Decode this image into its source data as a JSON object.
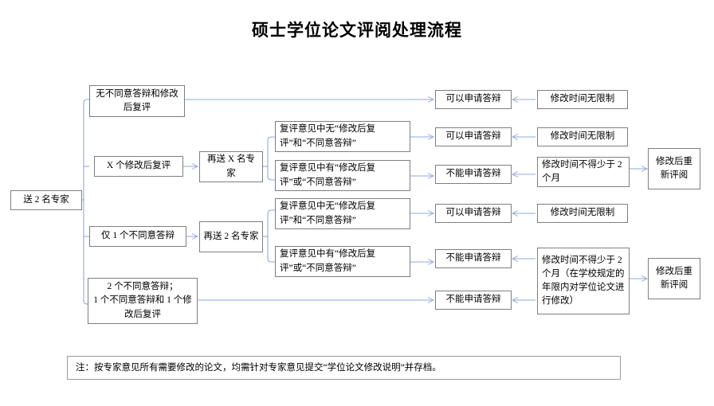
{
  "title": "硕士学位论文评阅处理流程",
  "colors": {
    "box_border": "#7f7f7f",
    "connector": "#8faadc",
    "background": "#ffffff",
    "text": "#000000"
  },
  "nodes": {
    "start": "送 2 名专家",
    "branch1": "无不同意答辩和修改后复评",
    "branch2": "X 个修改后复评",
    "branch3": "仅 1 个不同意答辩",
    "branch4": "2 个不同意答辩；\n1 个不同意答辩和 1 个修改后复评",
    "resend_x": "再送 X 名专家",
    "resend_2": "再送 2 名专家",
    "review_none_1": "复评意见中无“修改后复评”和“不同意答辩”",
    "review_has_1": "复评意见中有“修改后复评”或“不同意答辩”",
    "review_none_2": "复评意见中无“修改后复评”和“不同意答辩”",
    "review_has_2": "复评意见中有“修改后复评”或“不同意答辩”",
    "outcome_1": "可以申请答辩",
    "outcome_2": "可以申请答辩",
    "outcome_3": "不能申请答辩",
    "outcome_4": "可以申请答辩",
    "outcome_5": "不能申请答辩",
    "outcome_6": "不能申请答辩",
    "time_1": "修改时间无限制",
    "time_2": "修改时间无限制",
    "time_3": "修改时间不得少于 2 个月",
    "time_4": "修改时间无限制",
    "time_5": "修改时间不得少于 2 个月（在学校规定的年限内对学位论文进行修改）",
    "rereview_1": "修改后重新评阅",
    "rereview_2": "修改后重新评阅"
  },
  "note": "注：按专家意见所有需要修改的论文，均需针对专家意见提交“学位论文修改说明”并存档。"
}
